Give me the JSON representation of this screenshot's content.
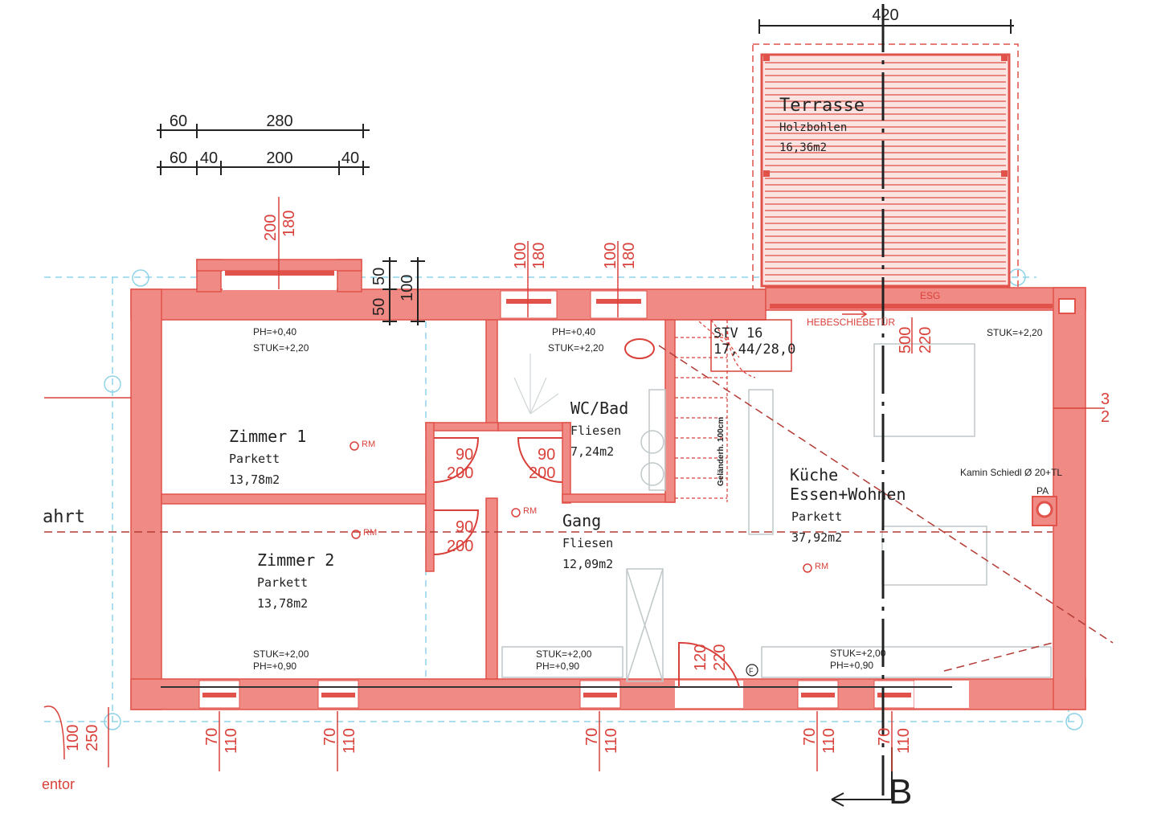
{
  "colors": {
    "wall": "#f08a84",
    "wall_dark": "#e0524a",
    "line": "#d9413a",
    "grid": "#8fd3e8",
    "text": "#222222"
  },
  "top_dims": {
    "row1": [
      "60",
      "280"
    ],
    "row2": [
      "60",
      "40",
      "200",
      "40"
    ],
    "terrace_width": "420"
  },
  "window_dims": {
    "w1": [
      "200",
      "180"
    ],
    "w2": [
      "100",
      "180"
    ],
    "w3": [
      "100",
      "180"
    ],
    "bay": [
      "50",
      "50",
      "100"
    ],
    "bottom": [
      [
        "70",
        "110"
      ],
      [
        "70",
        "110"
      ],
      [
        "70",
        "110"
      ],
      [
        "70",
        "110"
      ],
      [
        "70",
        "110"
      ]
    ],
    "gate": [
      "100",
      "250"
    ]
  },
  "rooms": {
    "terrasse": {
      "name": "Terrasse",
      "floor": "Holzbohlen",
      "area": "16,36m2"
    },
    "zimmer1": {
      "name": "Zimmer 1",
      "floor": "Parkett",
      "area": "13,78m2",
      "ph": "PH=+0,40",
      "stuk": "STUK=+2,20"
    },
    "zimmer2": {
      "name": "Zimmer 2",
      "floor": "Parkett",
      "area": "13,78m2",
      "stuk": "STUK=+2,00",
      "ph": "PH=+0,90"
    },
    "wc": {
      "name": "WC/Bad",
      "floor": "Fliesen",
      "area": "7,24m2",
      "ph": "PH=+0,40",
      "stuk": "STUK=+2,20"
    },
    "gang": {
      "name": "Gang",
      "floor": "Fliesen",
      "area": "12,09m2",
      "stuk": "STUK=+2,00",
      "ph": "PH=+0,90"
    },
    "kueche": {
      "name1": "Küche",
      "name2": "Essen+Wohnen",
      "floor": "Parkett",
      "area": "37,92m2",
      "stuk_top": "STUK=+2,20",
      "stuk": "STUK=+2,00",
      "ph": "PH=+0,90"
    }
  },
  "doors": {
    "d1": [
      "90",
      "200"
    ],
    "d2": [
      "90",
      "200"
    ],
    "d3": [
      "90",
      "200"
    ],
    "entry": [
      "120",
      "220"
    ]
  },
  "stair": {
    "label1": "STV 16",
    "label2": "17,44/28,0",
    "rail": "Geländerh. 100cm"
  },
  "labels": {
    "rm": "RM",
    "esg": "ESG",
    "hebeschiebe": "HEBESCHIEBETÜR",
    "hs_dims": [
      "500",
      "220"
    ],
    "kamin": "Kamin Schiedl Ø 20+TL",
    "pa": "PA",
    "left_edge": "ahrt",
    "bottom_left": "entor",
    "section": "B",
    "right_edge": [
      "3",
      "2"
    ],
    "f_mark": "F"
  }
}
